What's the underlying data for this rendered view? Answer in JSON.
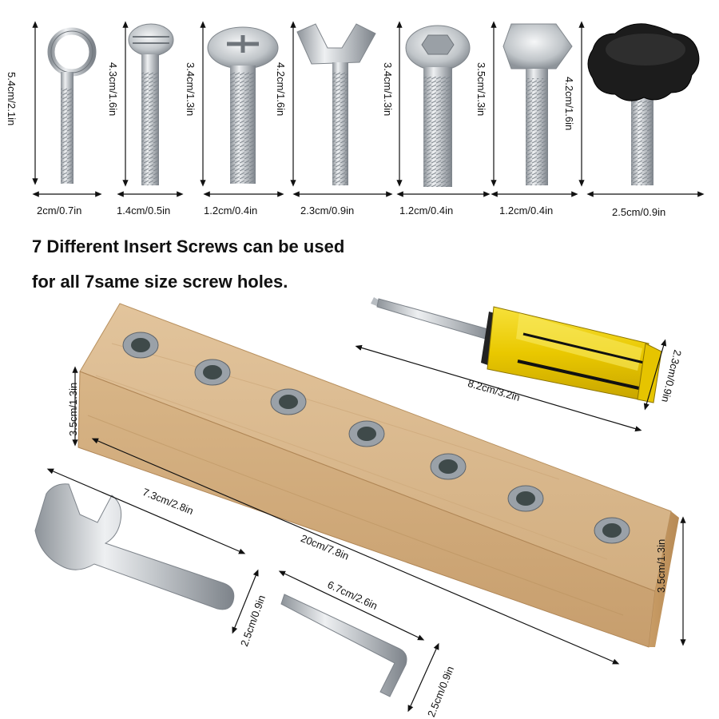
{
  "headline": {
    "line1": "7 Different Insert Screws can be used",
    "line2": "for all 7same size screw holes."
  },
  "screws": [
    {
      "name": "eye-bolt",
      "height": "5.4cm/2.1in",
      "width": "2cm/0.7in"
    },
    {
      "name": "flat-head-bolt",
      "height": "4.3cm/1.6in",
      "width": "1.4cm/0.5in"
    },
    {
      "name": "phillips-pan-head-bolt",
      "height": "3.4cm/1.3in",
      "width": "1.2cm/0.4in"
    },
    {
      "name": "wing-bolt",
      "height": "4.2cm/1.6in",
      "width": "2.3cm/0.9in"
    },
    {
      "name": "hex-socket-bolt",
      "height": "3.4cm/1.3in",
      "width": "1.2cm/0.4in"
    },
    {
      "name": "hex-head-bolt",
      "height": "3.5cm/1.3in",
      "width": "1.2cm/0.4in"
    },
    {
      "name": "star-knob-bolt",
      "height": "4.2cm/1.6in",
      "width": "2.5cm/0.9in"
    }
  ],
  "block": {
    "length": "20cm/7.8in",
    "left_height": "3.5cm/1.3in",
    "right_height": "3.5cm/1.3in"
  },
  "screwdriver": {
    "length": "8.2cm/3.2in",
    "width": "2.3cm/0.9in"
  },
  "wrench": {
    "length": "7.3cm/2.8in",
    "width": "2.5cm/0.9in"
  },
  "hex_key": {
    "length": "6.7cm/2.6in",
    "width": "2.5cm/0.9in"
  },
  "colors": {
    "wood": "#dcb98c",
    "metal": "#c8ccd0",
    "handle_yellow": "#f2d60f",
    "knob_black": "#1a1a1a"
  }
}
